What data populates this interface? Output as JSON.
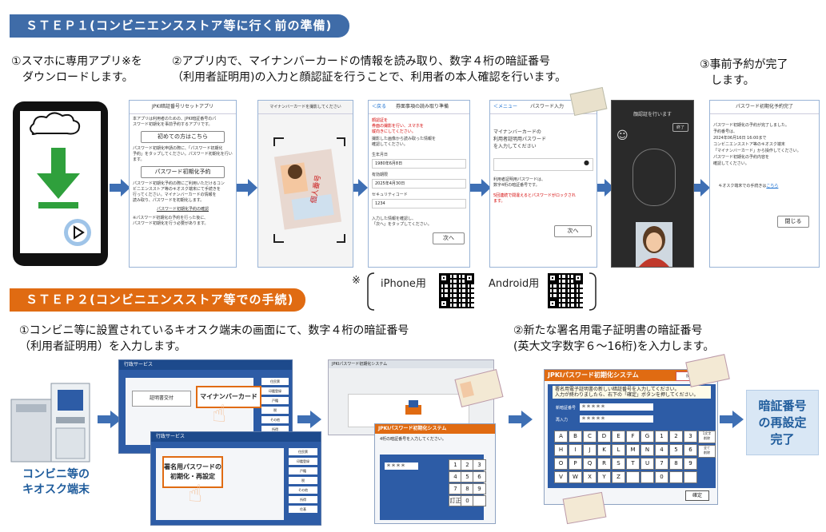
{
  "step1": {
    "title": "ＳＴＥＰ１(コンビニエンスストア等に行く前の準備)",
    "desc1": "①スマホに専用アプリ※を\n　ダウンロードします。",
    "desc2": "②アプリ内で、マイナンバーカードの情報を読み取り、数字４桁の暗証番号\n（利用者証明用)の入力と顔認証を行うことで、利用者の本人確認を行います。",
    "desc3": "③事前予約が完了\n　します。",
    "screen1": {
      "title": "JPKI暗証番号リセットアプリ",
      "text1": "本アプリは利用者のための、JPKI暗証番号のパ\nスワード初期化を事前予約するアプリです。",
      "btn1": "初めての方はこちら",
      "text2": "パスワード初期化申請の際に、「パスワード初期化\n予約」をタップしてください。パスワード初期化を行い\nます。",
      "btn2": "パスワード初期化予約",
      "text3": "パスワード初期化予約の際にご利用いただけるコン\nビニエンスストア等のキオスク端末にて手続きを\n行ってください。マイナンバーカードの情報を\n読み取り、パスワードを初期化します。",
      "link": "パスワード初期化予約の確認",
      "footer": "※パスワード初期化の予約を行った後に、\nパスワード初期化を行う必要があります。"
    },
    "screen2": {
      "title": "マイナンバーカードを撮影してください"
    },
    "screen3": {
      "back": "＜戻る",
      "title": "券面事項の読み取り準備",
      "red1": "顔認証を\n券面の撮影を行い、スマホを\n縦向きにしてください。",
      "text1": "撮影した画像から読み取った情報を\n確認してください。",
      "label1": "生年月日",
      "value1": "1980年6月8日",
      "label2": "有効期限",
      "value2": "2025年4月30日",
      "label3": "セキュリティコード",
      "value3": "1234",
      "text2": "入力した情報を確認し、\n「次へ」をタップしてください。",
      "btn": "次へ"
    },
    "screen4": {
      "back": "＜メニュー",
      "title": "パスワード入力",
      "text1": "マイナンバーカードの\n利用者証明用パスワード\nを入力してください",
      "text2": "利用者証明用パスワードは、\n数字4桁の暗証番号です。",
      "red1": "5回連続で間違えるとパスワードがロックされ\nます。",
      "btn": "次へ"
    },
    "screen5": {
      "top": "顔認証を行います",
      "btn": "終了"
    },
    "screen6": {
      "title": "パスワード初期化予約完了",
      "text": "パスワード初期化の予約が完了しました。\n予約番号は、\n2024年06月16日 16:00まで\nコンビニエンスストア等のキオスク端末\n「マイナンバーカード」から操作してください。\nパスワード初期化の予約内容を\n確認してください。",
      "link_prefix": "キオスク端末での手続きは",
      "link": "こちら",
      "btn": "閉じる"
    },
    "qr": {
      "note": "※",
      "iphone": "iPhone用",
      "android": "Android用"
    }
  },
  "step2": {
    "title": "ＳＴＥＰ２(コンビニエンスストア等での手続)",
    "desc1": "①コンビニ等に設置されているキオスク端末の画面にて、数字４桁の暗証番号\n（利用者証明用）を入力します。",
    "desc2": "②新たな署名用電子証明書の暗証番号\n(英大文字数字６～16桁)を入力します。",
    "kiosk_label": "コンビニ等の\nキオスク端末",
    "kiosk1": {
      "header": "行政サービス",
      "btn1": "証明書交付",
      "btn2": "マイナンバーカード",
      "side": [
        "住民票",
        "印鑑登録",
        "戸籍",
        "税",
        "その他",
        "所得",
        "住基"
      ]
    },
    "kiosk2": {
      "header": "行政サービス",
      "btn": "署名用パスワードの\n初期化・再設定",
      "side": [
        "住民票",
        "印鑑登録",
        "戸籍",
        "税",
        "その他",
        "所得",
        "住基"
      ]
    },
    "kiosk3": {
      "header": "JPKIパスワード初期化システム"
    },
    "kiosk4": {
      "header": "JPKIパスワード初期化システム",
      "text": "4桁の暗証番号を入力してください。",
      "input": "＊＊＊＊",
      "keys": [
        "1",
        "2",
        "3",
        "4",
        "5",
        "6",
        "7",
        "8",
        "9",
        "訂正",
        "0",
        ""
      ]
    },
    "kiosk5": {
      "header": "JPKIパスワード初期化システム",
      "back_btn": "戻る",
      "text": "署名用電子証明書の新しい暗証番号を入力してください。\n入力が終わりましたら、右下の「確定」ボタンを押してください。",
      "label1": "新暗証番号",
      "label2": "再入力",
      "input1": "＊＊＊＊＊",
      "input2": "＊＊＊＊＊",
      "keys": [
        "A",
        "B",
        "C",
        "D",
        "E",
        "F",
        "G",
        "1",
        "2",
        "3",
        "H",
        "I",
        "J",
        "K",
        "L",
        "M",
        "N",
        "4",
        "5",
        "6",
        "O",
        "P",
        "Q",
        "R",
        "S",
        "T",
        "U",
        "7",
        "8",
        "9",
        "V",
        "W",
        "X",
        "Y",
        "Z",
        "",
        "",
        "0",
        "",
        ""
      ],
      "side1": "1文字\n削除",
      "side2": "全て\n削除",
      "confirm": "確定"
    },
    "result": "暗証番号\nの再設定\n完了"
  },
  "colors": {
    "step1": "#3f6ca8",
    "step2": "#e06b12",
    "arrow": "#3e6fb4",
    "kiosk_blue": "#2d5ca6",
    "download_green": "#2fa03c"
  }
}
